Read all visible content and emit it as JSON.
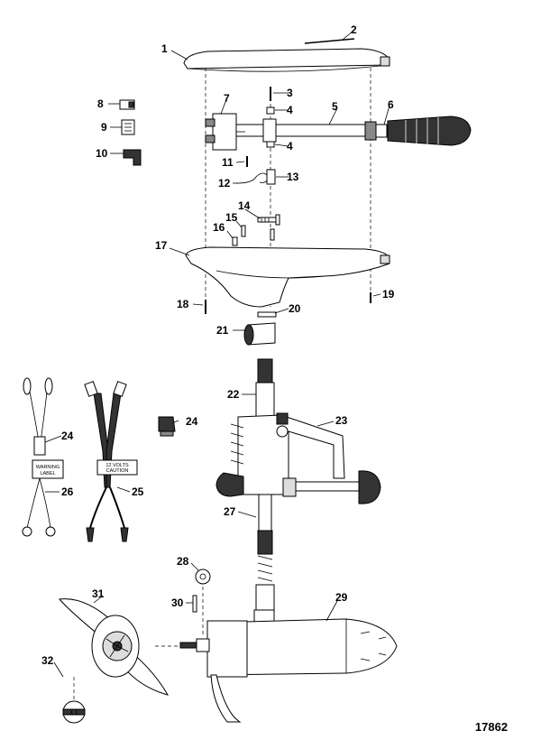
{
  "callouts": [
    "1",
    "2",
    "3",
    "4",
    "4",
    "5",
    "6",
    "7",
    "8",
    "9",
    "10",
    "11",
    "12",
    "13",
    "14",
    "15",
    "16",
    "17",
    "18",
    "19",
    "20",
    "21",
    "22",
    "23",
    "24",
    "24",
    "25",
    "26",
    "27",
    "28",
    "29",
    "30",
    "31",
    "32"
  ],
  "label_warning": "WARNING LABEL",
  "label_warning_line1": "WARNING",
  "label_warning_line2": "LABEL",
  "label_caution_line1": "12 VOLTS",
  "label_caution_line2": "CAUTION",
  "figure_number": "17862"
}
